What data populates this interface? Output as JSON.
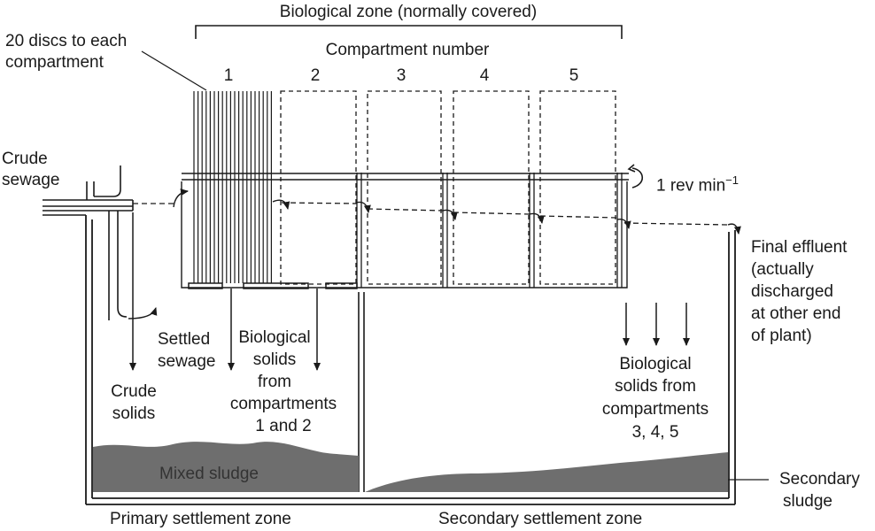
{
  "title": "Biological zone (normally covered)",
  "discs_note": [
    "20 discs to each",
    "compartment"
  ],
  "compartment_header": "Compartment number",
  "compartments": [
    "1",
    "2",
    "3",
    "4",
    "5"
  ],
  "rotation": {
    "text": "1 rev min",
    "superscript": "−1"
  },
  "inlet": [
    "Crude",
    "sewage"
  ],
  "outlet": [
    "Final effluent",
    "(actually",
    "discharged",
    "at other end",
    "of plant)"
  ],
  "settled_sewage": [
    "Settled",
    "sewage"
  ],
  "crude_solids": [
    "Crude",
    "solids"
  ],
  "bio_solids_12": [
    "Biological",
    "solids",
    "from",
    "compartments",
    "1 and 2"
  ],
  "bio_solids_345": [
    "Biological",
    "solids from",
    "compartments",
    "3, 4, 5"
  ],
  "mixed_sludge": "Mixed sludge",
  "secondary_sludge": [
    "Secondary",
    "sludge"
  ],
  "primary_zone": "Primary settlement zone",
  "secondary_zone": "Secondary settlement zone",
  "colors": {
    "line": "#1a1a1a",
    "sludge": "#6e6e6e",
    "sludge_label": "#333333",
    "background": "#ffffff"
  }
}
